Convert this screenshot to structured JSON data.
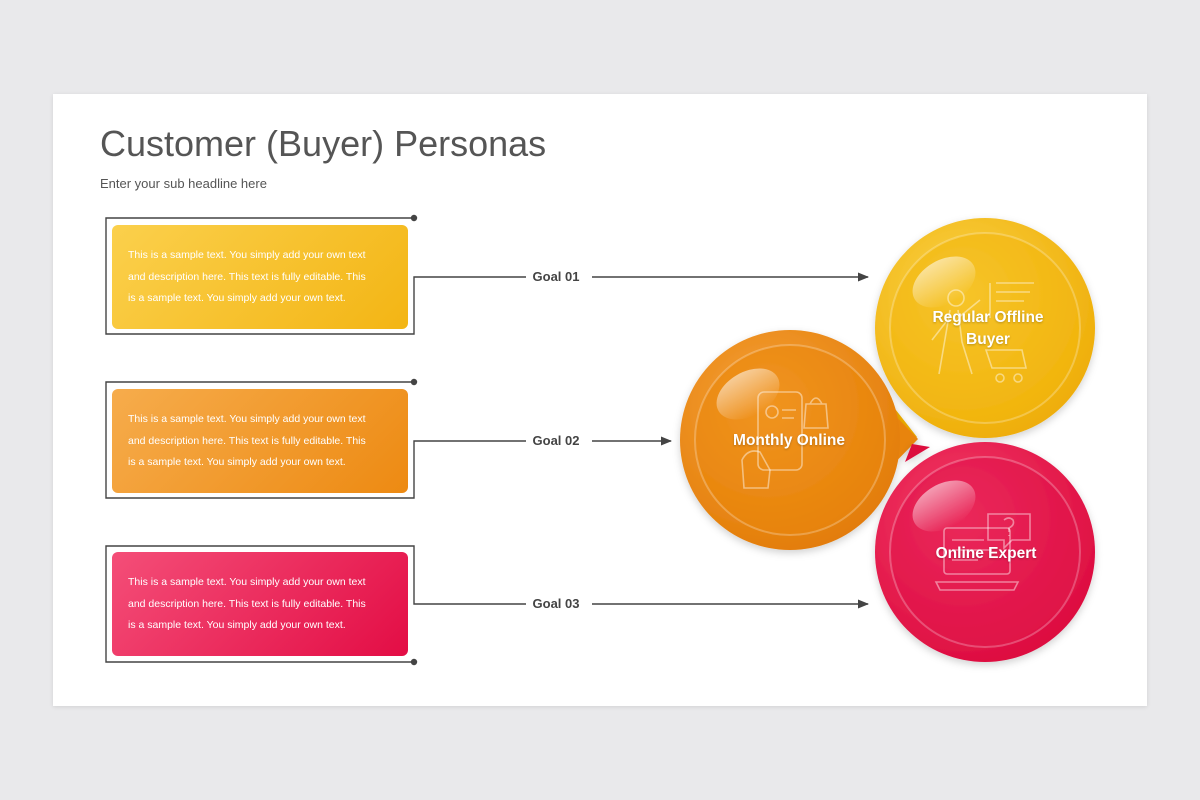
{
  "slide": {
    "title": "Customer (Buyer) Personas",
    "subtitle": "Enter your sub headline here"
  },
  "goals": [
    {
      "label": "Goal 01",
      "lines": [
        "This is a sample text. You simply add your own text",
        "and description here. This text is fully editable. This",
        "is a sample text. You simply add your own text."
      ],
      "color": "#f3b514"
    },
    {
      "label": "Goal 02",
      "lines": [
        "This is a sample text. You simply add your own text",
        "and description here. This text is fully editable. This",
        "is a sample text. You simply add your own text."
      ],
      "color": "#ed8a12"
    },
    {
      "label": "Goal 03",
      "lines": [
        "This is a sample text. You simply add your own text",
        "and description here. This text is fully editable. This",
        "is a sample text. You simply add your own text."
      ],
      "color": "#e30d45"
    }
  ],
  "personas": [
    {
      "line1": "Regular Offline",
      "line2": "Buyer",
      "icon": "shopper-cart-icon",
      "color": "#f1b30c"
    },
    {
      "name": "Monthly Online",
      "icon": "phone-shopping-icon",
      "color": "#ee8a10"
    },
    {
      "name": "Online Expert",
      "icon": "laptop-chat-icon",
      "color": "#e30d45"
    }
  ],
  "colors": {
    "connector": "#444444",
    "background": "#e9e9eb"
  }
}
